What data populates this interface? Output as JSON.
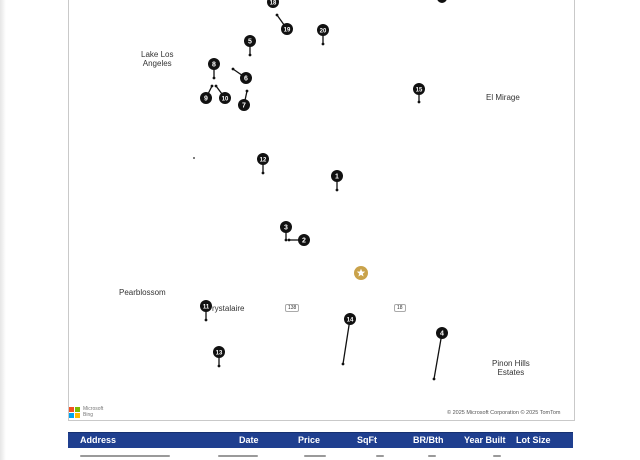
{
  "map": {
    "places": [
      {
        "name": "Lake Los Angeles",
        "line1": "Lake Los",
        "line2": "Angeles"
      },
      {
        "name": "El Mirage",
        "line1": "El Mirage"
      },
      {
        "name": "Pearblossom",
        "line1": "Pearblossom"
      },
      {
        "name": "Crystalaire",
        "line1": "rystalaire"
      },
      {
        "name": "Pinon Hills Estates",
        "line1": "Pinon Hills",
        "line2": "Estates"
      }
    ],
    "route_shields": [
      "138",
      "18"
    ],
    "markers": [
      "1",
      "2",
      "3",
      "4",
      "5",
      "6",
      "7",
      "8",
      "9",
      "10",
      "11",
      "12",
      "13",
      "14",
      "15",
      "18",
      "19",
      "20"
    ],
    "subject_marker_icon": "star-icon",
    "attribution": {
      "logo_line1": "Microsoft",
      "logo_line2": "Bing",
      "copyright": "© 2025 Microsoft Corporation © 2025 TomTom"
    }
  },
  "table": {
    "columns": [
      "Address",
      "Date",
      "Price",
      "SqFt",
      "BR/Bth",
      "Year Built",
      "Lot Size"
    ],
    "header_color": "#1f3f8f"
  },
  "colors": {
    "marker": "#111111",
    "subject_star": "#c9a24a"
  }
}
